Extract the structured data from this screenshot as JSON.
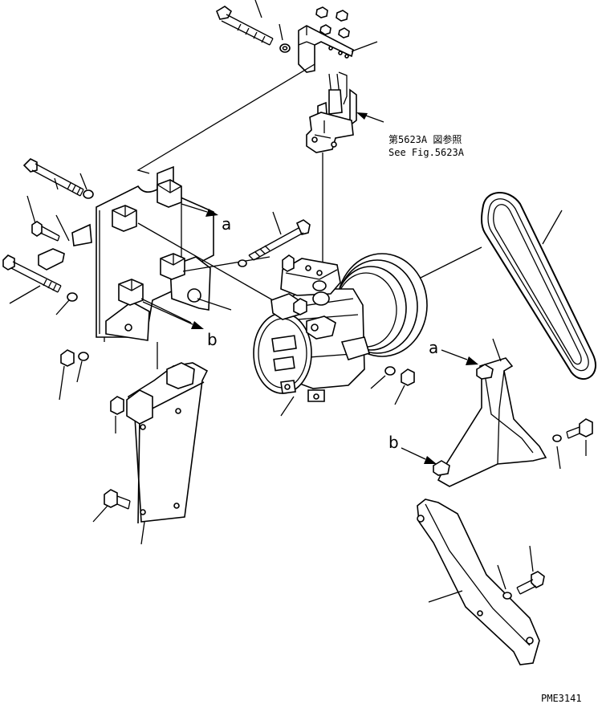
{
  "references": {
    "ref_jp": "第5623A 図参照",
    "ref_en": "See Fig.5623A"
  },
  "callouts": {
    "a_upper": "a",
    "b_upper": "b",
    "a_lower": "a",
    "b_lower": "b"
  },
  "drawing_number": "PME3141"
}
